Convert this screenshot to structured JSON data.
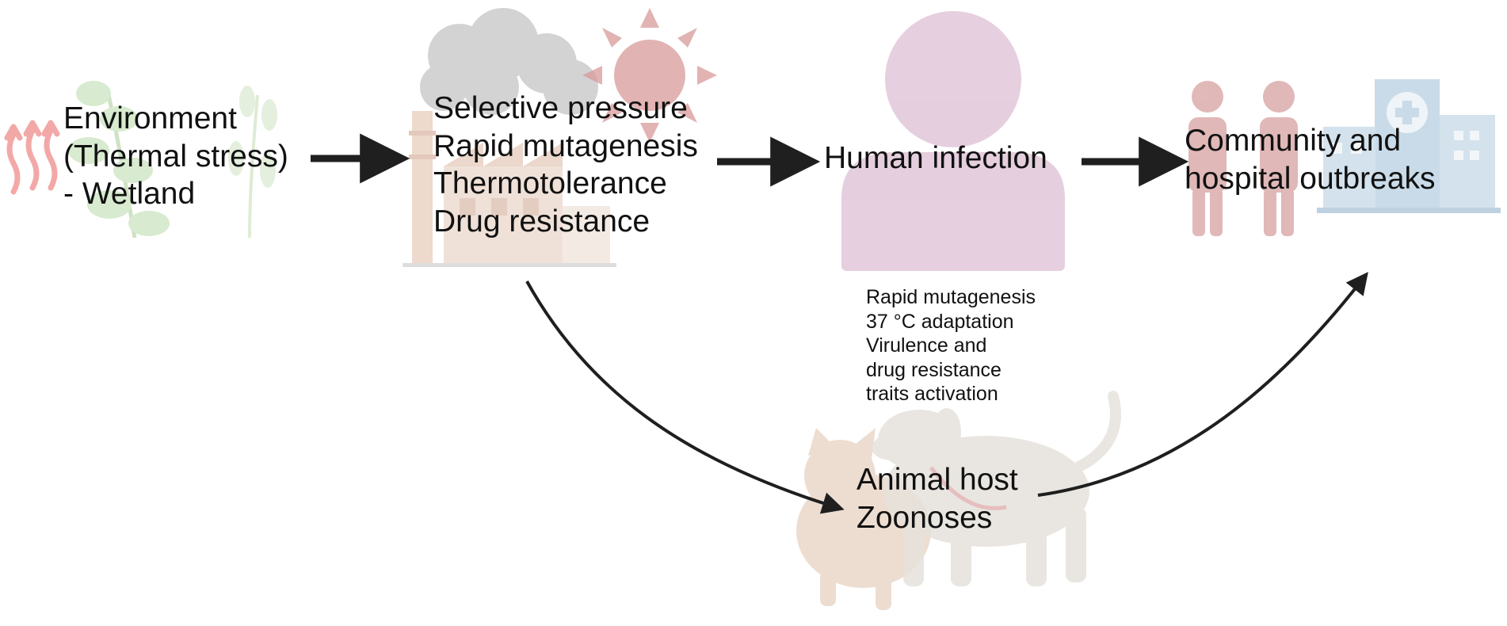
{
  "stages": {
    "environment": [
      "Environment",
      "(Thermal stress)",
      "- Wetland"
    ],
    "selective": [
      "Selective pressure",
      "Rapid mutagenesis",
      "Thermotolerance",
      "Drug resistance"
    ],
    "human": "Human infection",
    "community": [
      "Community and",
      "hospital outbreaks"
    ],
    "animal": [
      "Animal host",
      "Zoonoses"
    ]
  },
  "notes": {
    "human_traits": [
      "Rapid mutagenesis",
      "37 °C adaptation",
      "Virulence and",
      "drug resistance",
      "traits activation"
    ]
  },
  "colors": {
    "arrow": "#1f1f1f",
    "heat_waves": "#f29a9a",
    "plants": "#b9d9a8",
    "factory": "#e8c9b9",
    "smoke": "#c9c9c9",
    "sun": "#d99a9a",
    "person": "#e3cadb",
    "people": "#d9a7a7",
    "hospital": "#bcd3e3",
    "cat": "#ead8c8",
    "dog": "#e6e2dc"
  },
  "icons": [
    "heat-waves-icon",
    "plant-icon",
    "factory-icon",
    "smoke-cloud-icon",
    "sun-icon",
    "person-icon",
    "people-icon",
    "hospital-icon",
    "cat-icon",
    "dog-icon"
  ]
}
